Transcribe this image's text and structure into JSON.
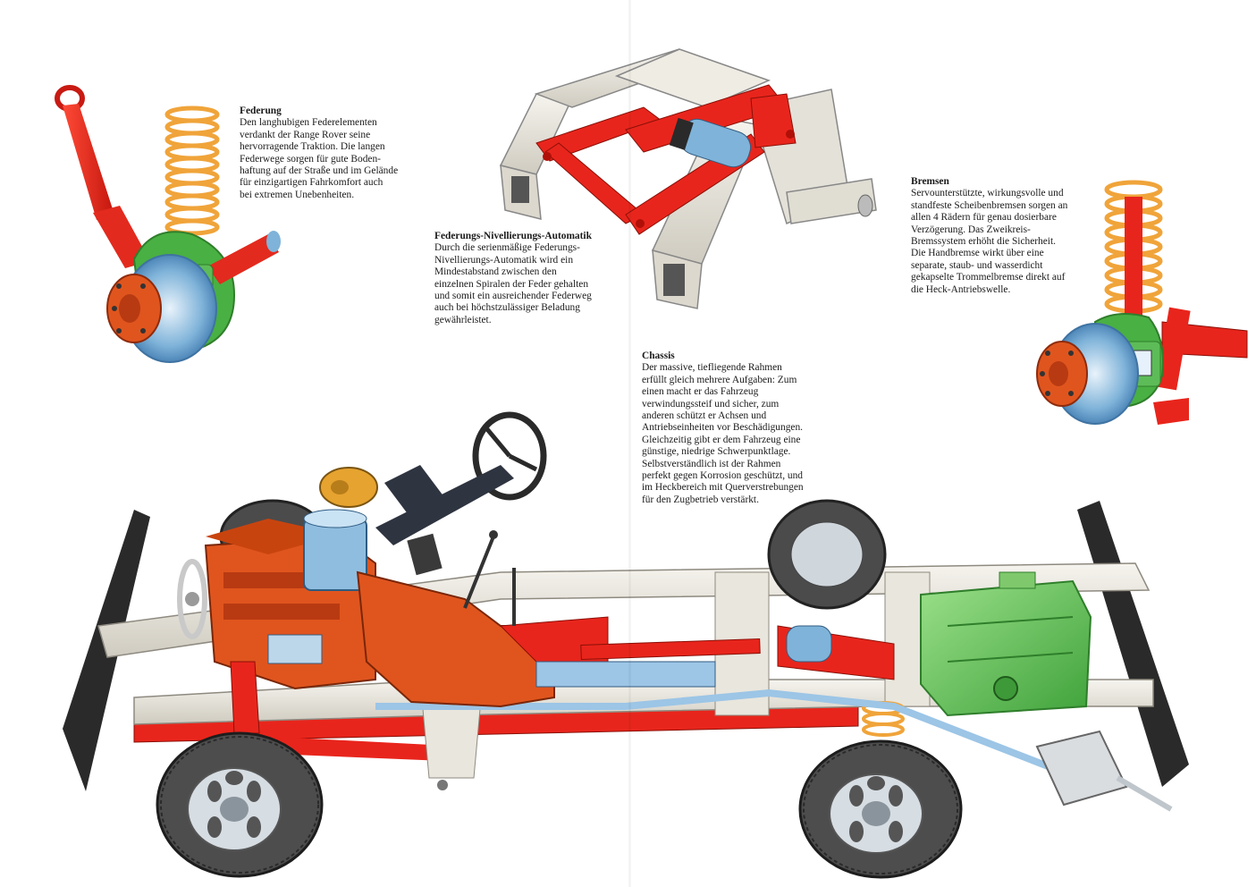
{
  "colors": {
    "spring": "#f0a43a",
    "red": "#e8251c",
    "orange": "#e0551e",
    "green": "#49b043",
    "blue": "#7fb3d9",
    "frame": "#ece9e0",
    "dark": "#222222",
    "gray": "#9a9a9a"
  },
  "captions": {
    "federung": {
      "title": "Federung",
      "lines": [
        "Den langhubigen Federelementen",
        "verdankt der Range Rover seine",
        "hervorragende Traktion. Die langen",
        "Federwege sorgen für gute Boden-",
        "haftung auf der Straße und im Gelände",
        "für einzigartigen Fahrkomfort auch",
        "bei extremen Unebenheiten."
      ]
    },
    "nivellierung": {
      "title": "Federungs-Nivellierungs-Automatik",
      "lines": [
        "Durch die serienmäßige Federungs-",
        "Nivellierungs-Automatik wird ein",
        "Mindestabstand zwischen den",
        "einzelnen Spiralen der Feder gehalten",
        "und somit ein ausreichender Federweg",
        "auch bei höchstzulässiger Beladung",
        "gewährleistet."
      ]
    },
    "bremsen": {
      "title": "Bremsen",
      "lines": [
        "Servounterstützte, wirkungsvolle und",
        "standfeste Scheibenbremsen sorgen an",
        "allen 4 Rädern für genau dosierbare",
        "Verzögerung. Das Zweikreis-",
        "Bremssystem erhöht die Sicherheit.",
        "Die Handbremse wirkt über eine",
        "separate, staub- und wasserdicht",
        "gekapselte Trommelbremse direkt auf",
        "die Heck-Antriebswelle."
      ]
    },
    "chassis": {
      "title": "Chassis",
      "lines": [
        "Der massive, tiefliegende Rahmen",
        "erfüllt gleich mehrere Aufgaben: Zum",
        "einen macht er das Fahrzeug",
        "verwindungssteif und sicher, zum",
        "anderen schützt er Achsen und",
        "Antriebseinheiten vor Beschädigungen.",
        "Gleichzeitig gibt er dem Fahrzeug eine",
        "günstige, niedrige Schwerpunktlage.",
        "Selbstverständlich ist der Rahmen",
        "perfekt gegen Korrosion geschützt, und",
        "im Heckbereich mit Querverstrebungen",
        "für den Zugbetrieb verstärkt."
      ]
    }
  }
}
